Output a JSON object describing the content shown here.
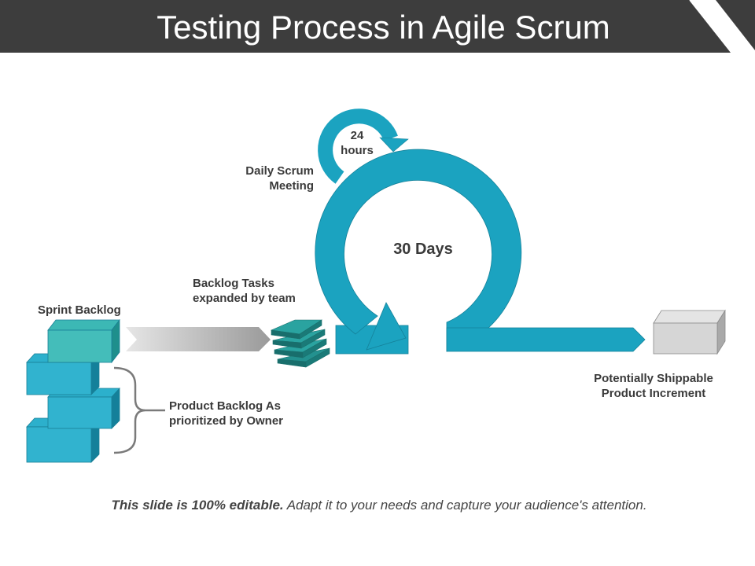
{
  "title": "Testing Process in Agile Scrum",
  "labels": {
    "sprint_backlog": "Sprint Backlog",
    "backlog_tasks_line1": "Backlog Tasks",
    "backlog_tasks_line2": "expanded by team",
    "daily_scrum_line1": "Daily Scrum",
    "daily_scrum_line2": "Meeting",
    "hours_num": "24",
    "hours_unit": "hours",
    "days": "30 Days",
    "product_backlog_line1": "Product Backlog As",
    "product_backlog_line2": "prioritized by Owner",
    "shippable_line1": "Potentially Shippable",
    "shippable_line2": "Product Increment"
  },
  "footer": {
    "bold": "This slide is 100% editable.",
    "rest": " Adapt it to your needs and capture your audience's attention."
  },
  "colors": {
    "header": "#3d3d3d",
    "teal": "#1ba3c0",
    "dark_teal": "#23918f"
  }
}
